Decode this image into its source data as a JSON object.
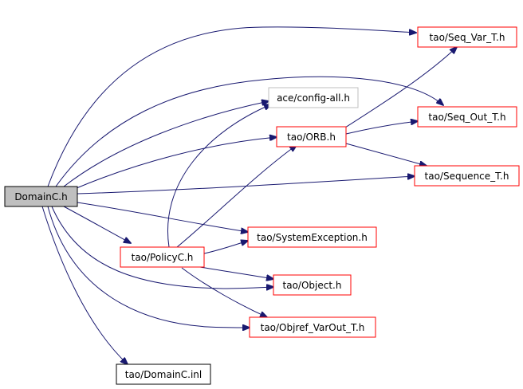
{
  "colors": {
    "edge": "#191970",
    "border_red": "#ff0000",
    "border_gray": "#bfbfbf",
    "border_black": "#000000",
    "root_fill": "#bfbfbf"
  },
  "nodes": {
    "domainc_h": {
      "label": "DomainC.h"
    },
    "seq_var_t_h": {
      "label": "tao/Seq_Var_T.h"
    },
    "ace_config_all_h": {
      "label": "ace/config-all.h"
    },
    "seq_out_t_h": {
      "label": "tao/Seq_Out_T.h"
    },
    "orb_h": {
      "label": "tao/ORB.h"
    },
    "sequence_t_h": {
      "label": "tao/Sequence_T.h"
    },
    "systemexception_h": {
      "label": "tao/SystemException.h"
    },
    "policyc_h": {
      "label": "tao/PolicyC.h"
    },
    "object_h": {
      "label": "tao/Object.h"
    },
    "objref_varout_t_h": {
      "label": "tao/Objref_VarOut_T.h"
    },
    "domainc_inl": {
      "label": "tao/DomainC.inl"
    }
  }
}
